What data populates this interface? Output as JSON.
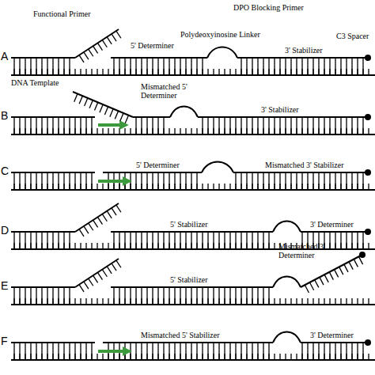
{
  "diagram": {
    "labels": [
      "DPO Blocking Primer",
      "Functional Primer",
      "5' Determiner",
      "Polydeoxyinosine Linker",
      "3' Stabilizer",
      "C3 Spacer",
      "A",
      "DNA Template",
      "B",
      "Mismatched 5' Determiner",
      "3' Stabilizer",
      "C",
      "5' Determiner",
      "Mismatched 3' Stabilizer",
      "D",
      "5' Stabilizer",
      "3' Determiner",
      "E",
      "5' Stabilizer",
      "Mismatched 3' Determiner",
      "F",
      "Mismatched 5' Stabilizer",
      "3' Determiner"
    ]
  }
}
